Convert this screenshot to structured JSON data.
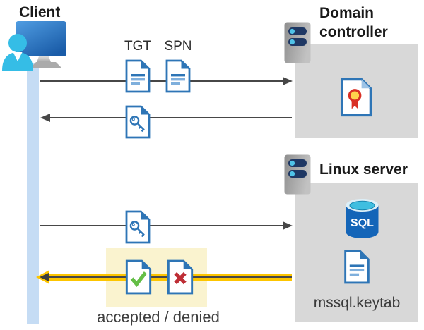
{
  "nodes": {
    "client": {
      "label": "Client"
    },
    "domain_controller": {
      "label": "Domain controller"
    },
    "linux_server": {
      "label": "Linux server"
    }
  },
  "messages": {
    "tgt": "TGT",
    "spn": "SPN",
    "result": "accepted / denied"
  },
  "artifacts": {
    "sql": "SQL",
    "keytab": "mssql.keytab"
  },
  "icons": {
    "client": "person-at-monitor-icon",
    "domain_controller": "server-icon",
    "linux_server": "server-icon",
    "tgt": "ticket-document-icon",
    "spn": "ticket-document-icon",
    "session_key": "key-document-icon",
    "certificate": "certificate-document-icon",
    "sql_database": "sql-database-cylinder-icon",
    "keytab_file": "text-document-icon",
    "accepted": "check-document-icon",
    "denied": "cross-document-icon"
  },
  "colors": {
    "doc-blue": "#2E75B6",
    "doc-line-light": "#7FAFDC",
    "arrow-dark": "#474747",
    "highlight-yellow": "#FDC500",
    "highlight-bg": "#FAF3CF",
    "lifeline-blue": "#C5DCF4",
    "panel-gray": "#D8D8D8",
    "check-green": "#64BE46",
    "cross-red": "#BE2E35",
    "sql-body-blue": "#1465B8",
    "sql-top-cyan": "#3FBEE0",
    "server-slot-navy": "#1F3864",
    "server-dot-cyan": "#4FC3E8",
    "person-cyan": "#35BDE6",
    "seal-yellow": "#FFD24C",
    "seal-red": "#D93025",
    "text-dark": "#1A1A1A",
    "text-gray": "#3E3E3E"
  }
}
